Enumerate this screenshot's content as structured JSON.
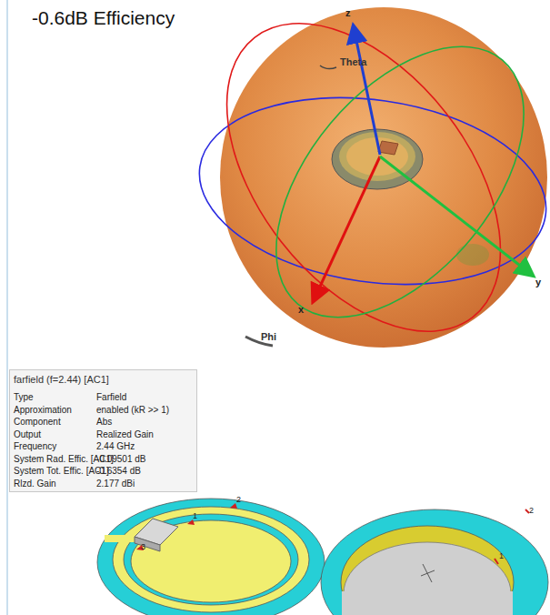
{
  "diagram": {
    "title": "-0.6dB Efficiency",
    "nodes": [
      {
        "text": [
          "farfield (f=2.44) [AC1]"
        ]
      }
    ],
    "labels": [
      "z",
      "Theta",
      "x",
      "Phi",
      "y",
      "Type",
      "Farfield",
      "Approximation",
      "enabled (kR >> 1)",
      "Component",
      "Abs",
      "Output",
      "Realized Gain",
      "Frequency",
      "2.44 GHz",
      "System Rad. Effic. [AC1]",
      "-0.09501 dB",
      "System Tot. Effic. [AC1]",
      "-0.6354 dB",
      "Rlzd. Gain",
      "2.177 dBi",
      "2",
      "1",
      "3",
      "2",
      "1"
    ]
  }
}
